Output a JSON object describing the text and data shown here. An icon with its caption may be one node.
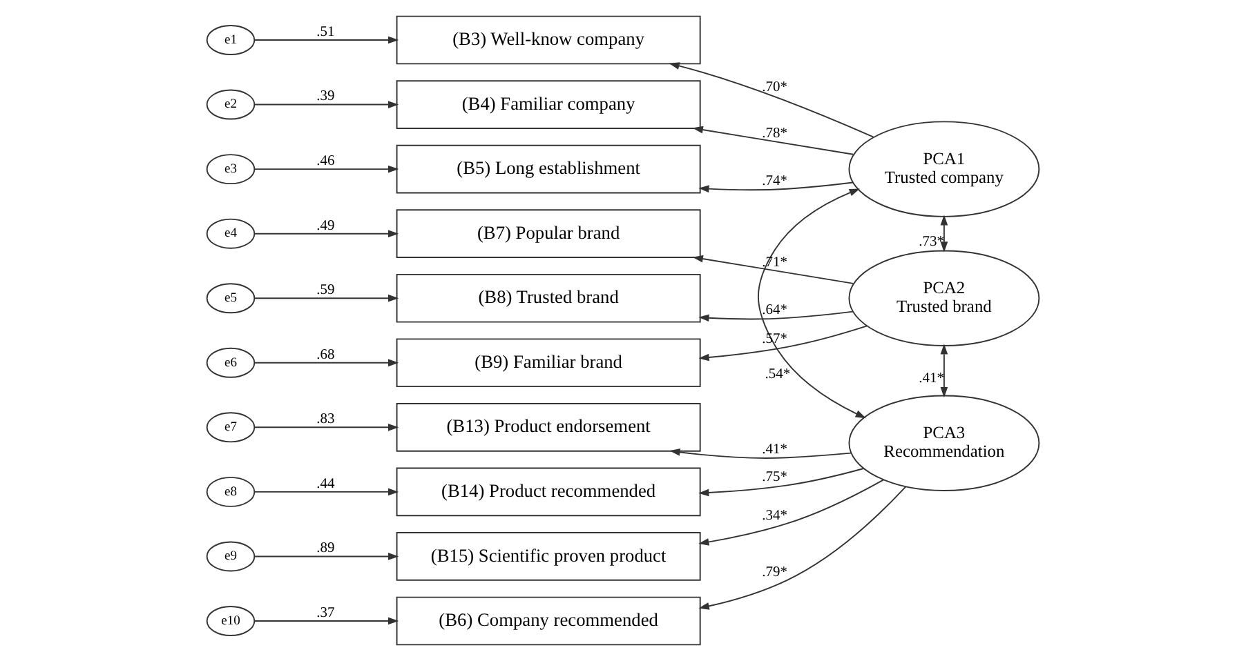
{
  "diagram": {
    "nodes": [
      {
        "text": [
          "e1"
        ]
      },
      {
        "text": [
          "(B3) Well-know company"
        ]
      },
      {
        "text": [
          "PCA1",
          "Trusted company"
        ]
      },
      {
        "text": [
          "e2"
        ]
      },
      {
        "text": [
          "(B4) Familiar company"
        ]
      },
      {
        "text": [
          "e3"
        ]
      },
      {
        "text": [
          "(B5) Long establishment"
        ]
      },
      {
        "text": [
          "e4"
        ]
      },
      {
        "text": [
          "(B7) Popular brand"
        ]
      },
      {
        "text": [
          "e5"
        ]
      },
      {
        "text": [
          "(B8) Trusted brand"
        ]
      },
      {
        "text": [
          "PCA2",
          "Trusted brand"
        ]
      },
      {
        "text": [
          "e6"
        ]
      },
      {
        "text": [
          "(B9) Familiar brand"
        ]
      },
      {
        "text": [
          "e7"
        ]
      },
      {
        "text": [
          "(B13) Product endorsement"
        ]
      },
      {
        "text": [
          "e8"
        ]
      },
      {
        "text": [
          "(B14) Product recommended"
        ]
      },
      {
        "text": [
          "e9"
        ]
      },
      {
        "text": [
          "(B15) Scientific proven product"
        ]
      },
      {
        "text": [
          "PCA3",
          "Recommendation"
        ]
      },
      {
        "text": [
          "e10"
        ]
      },
      {
        "text": [
          "(B6) Company recommended"
        ]
      }
    ],
    "edges": [
      {
        "from": 0,
        "to": 1,
        "arrow": "to",
        "label": ".51"
      },
      {
        "from": 3,
        "to": 4,
        "arrow": "to",
        "label": ".39"
      },
      {
        "from": 5,
        "to": 6,
        "arrow": "to",
        "label": ".46"
      },
      {
        "from": 7,
        "to": 8,
        "arrow": "to",
        "label": ".49"
      },
      {
        "from": 9,
        "to": 10,
        "arrow": "to",
        "label": ".59"
      },
      {
        "from": 12,
        "to": 13,
        "arrow": "to",
        "label": ".68"
      },
      {
        "from": 14,
        "to": 15,
        "arrow": "to",
        "label": ".83"
      },
      {
        "from": 16,
        "to": 17,
        "arrow": "to",
        "label": ".44"
      },
      {
        "from": 18,
        "to": 19,
        "arrow": "to",
        "label": ".89"
      },
      {
        "from": 21,
        "to": 22,
        "arrow": "to",
        "label": ".37"
      },
      {
        "from": 2,
        "to": 1,
        "arrow": "to",
        "label": ".70*"
      },
      {
        "from": 2,
        "to": 4,
        "arrow": "to",
        "label": ".78*"
      },
      {
        "from": 2,
        "to": 6,
        "arrow": "to",
        "label": ".74*"
      },
      {
        "from": 11,
        "to": 8,
        "arrow": "to",
        "label": ".71*"
      },
      {
        "from": 11,
        "to": 10,
        "arrow": "to",
        "label": ".64*"
      },
      {
        "from": 11,
        "to": 13,
        "arrow": "to",
        "label": ".57*"
      },
      {
        "from": 20,
        "to": 15,
        "arrow": "to",
        "label": ".41*"
      },
      {
        "from": 20,
        "to": 17,
        "arrow": "to",
        "label": ".75*"
      },
      {
        "from": 20,
        "to": 19,
        "arrow": "to",
        "label": ".34*"
      },
      {
        "from": 20,
        "to": 22,
        "arrow": "to",
        "label": ".79*"
      },
      {
        "from": 2,
        "to": 11,
        "arrow": "both",
        "label": ".73*"
      },
      {
        "from": 11,
        "to": 20,
        "arrow": "both",
        "label": ".41*"
      },
      {
        "from": 2,
        "to": 20,
        "arrow": "both",
        "label": ".54*"
      }
    ]
  }
}
